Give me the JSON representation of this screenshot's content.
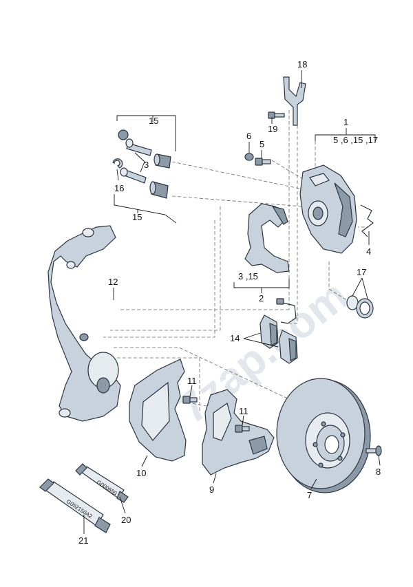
{
  "watermark": "7zap.com",
  "callouts": {
    "c1": "1",
    "c1_sub": "5 ,6 ,15 ,17",
    "c2": "2",
    "c2_sub": "3 ,15",
    "c3": "3",
    "c4": "4",
    "c5": "5",
    "c6": "6",
    "c7": "7",
    "c8": "8",
    "c9": "9",
    "c10": "10",
    "c11a": "11",
    "c11b": "11",
    "c12": "12",
    "c14": "14",
    "c15a": "15",
    "c15b": "15",
    "c16": "16",
    "c17": "17",
    "c18": "18",
    "c19": "19",
    "c20": "20",
    "c21": "21"
  },
  "tubes": {
    "small": "G000650",
    "large": "G052150A2"
  },
  "colors": {
    "part_fill": "#c8d2dc",
    "part_dark": "#8c9aa8",
    "part_light": "#e6ebf0",
    "line": "#2a3440"
  }
}
